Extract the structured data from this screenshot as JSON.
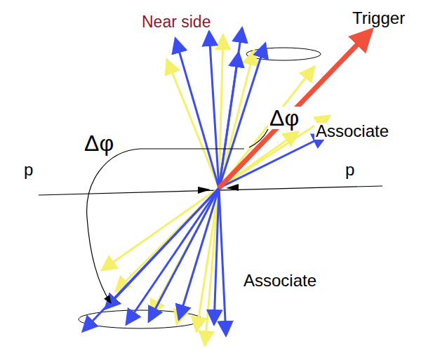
{
  "diagram": {
    "labels": [
      "Near side",
      "Trigger",
      "Δφ",
      "Δφ",
      "Associate",
      "p",
      "p",
      "Associate"
    ]
  }
}
